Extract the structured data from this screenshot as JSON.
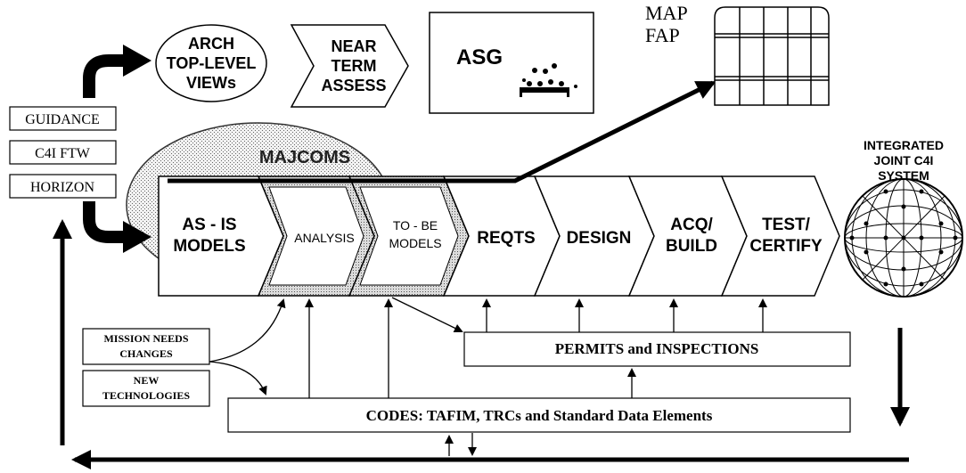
{
  "top": {
    "arch_line1": "ARCH",
    "arch_line2": "TOP-LEVEL",
    "arch_line3": "VIEWs",
    "near_line1": "NEAR",
    "near_line2": "TERM",
    "near_line3": "ASSESS",
    "asg": "ASG",
    "map": "MAP",
    "fap": "FAP"
  },
  "left_boxes": [
    "GUIDANCE",
    "C4I FTW",
    "HORIZON"
  ],
  "majcoms": "MAJCOMS",
  "process_steps": [
    {
      "line1": "AS - IS",
      "line2": "MODELS"
    },
    {
      "line1": "ANALYSIS",
      "line2": ""
    },
    {
      "line1": "TO - BE",
      "line2": "MODELS"
    },
    {
      "line1": "REQTS",
      "line2": ""
    },
    {
      "line1": "DESIGN",
      "line2": ""
    },
    {
      "line1": "ACQ/",
      "line2": "BUILD"
    },
    {
      "line1": "TEST/",
      "line2": "CERTIFY"
    }
  ],
  "globe_label": [
    "INTEGRATED",
    "JOINT C4I",
    "SYSTEM"
  ],
  "inputs": {
    "mission_line1": "MISSION NEEDS",
    "mission_line2": "CHANGES",
    "newtech_line1": "NEW",
    "newtech_line2": "TECHNOLOGIES"
  },
  "permits": "PERMITS and INSPECTIONS",
  "codes": "CODES: TAFIM, TRCs and Standard Data Elements"
}
